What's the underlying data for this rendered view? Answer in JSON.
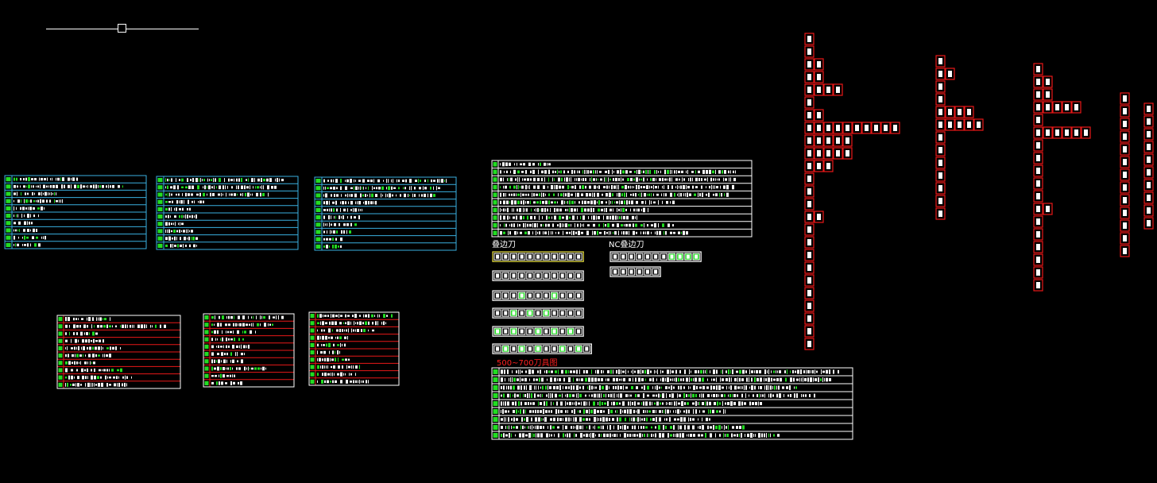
{
  "labels": {
    "stack_cutter": "叠边刀",
    "nc_stack_cutter": "NC叠边刀",
    "section_title": "500~700刀具图"
  },
  "colors": {
    "background": "#000000",
    "line": "#ffffff",
    "grid_cyan": "#3ab0e0",
    "accent_green": "#22dd22",
    "accent_red": "#e81818",
    "accent_yellow": "#e8e040",
    "text_white": "#ffffff"
  },
  "icons": {
    "cursor": "crosshair-pickbox-icon"
  }
}
